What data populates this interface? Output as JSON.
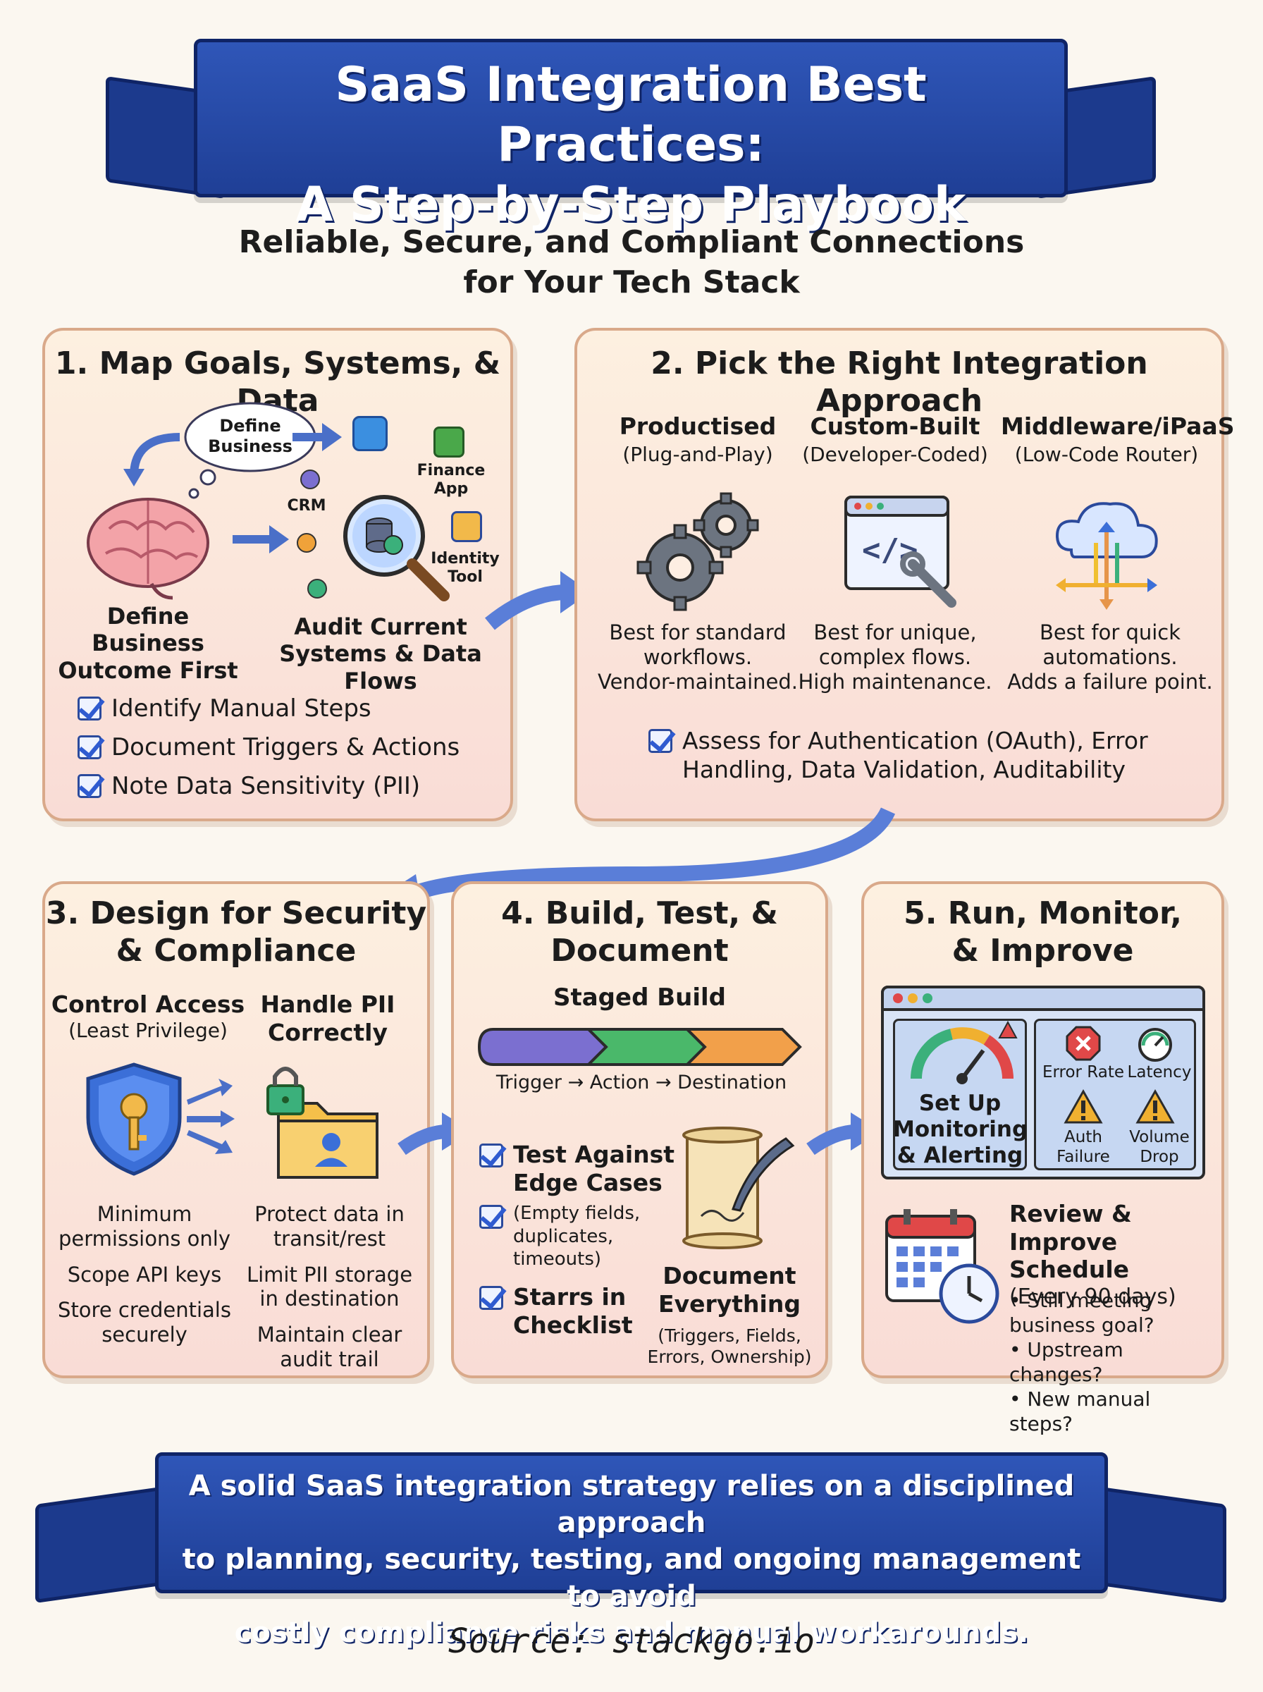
{
  "title": {
    "line1": "SaaS Integration Best Practices:",
    "line2": "A Step-by-Step Playbook"
  },
  "subtitle": {
    "line1": "Reliable, Secure, and Compliant Connections",
    "line2": "for Your Tech Stack"
  },
  "step1": {
    "title": "1. Map Goals, Systems, & Data",
    "bubble": "Define Business",
    "crm": "CRM",
    "finance": "Finance App",
    "identity": "Identity Tool",
    "outcome": "Define Business Outcome First",
    "audit": "Audit Current Systems & Data Flows",
    "checks": [
      "Identify Manual Steps",
      "Document Triggers & Actions",
      "Note Data Sensitivity (PII)"
    ]
  },
  "step2": {
    "title": "2. Pick the Right Integration Approach",
    "options": [
      {
        "name": "Productised",
        "sub": "(Plug-and-Play)",
        "desc1": "Best for standard",
        "desc2": "workflows.",
        "desc3": "Vendor-maintained."
      },
      {
        "name": "Custom-Built",
        "sub": "(Developer-Coded)",
        "desc1": "Best for unique,",
        "desc2": "complex flows.",
        "desc3": "High maintenance."
      },
      {
        "name": "Middleware/iPaaS",
        "sub": "(Low-Code Router)",
        "desc1": "Best for quick",
        "desc2": "automations.",
        "desc3": "Adds a failure point."
      }
    ],
    "assess1": "Assess for Authentication (OAuth), Error",
    "assess2": "Handling, Data Validation, Auditability"
  },
  "step3": {
    "title1": "3. Design for Security",
    "title2": "& Compliance",
    "col1_head1": "Control Access",
    "col1_head2": "(Least Privilege)",
    "col2_head1": "Handle PII",
    "col2_head2": "Correctly",
    "col1_items": [
      "Minimum permissions only",
      "Scope API keys",
      "Store credentials securely"
    ],
    "col2_items": [
      "Protect data in transit/rest",
      "Limit PII storage in destination",
      "Maintain clear audit trail"
    ]
  },
  "step4": {
    "title1": "4. Build, Test, &",
    "title2": "Document",
    "staged": "Staged Build",
    "flow": "Trigger → Action → Destination",
    "test1": "Test Against",
    "test2": "Edge Cases",
    "test_detail": "(Empty fields, duplicates, timeouts)",
    "stars1": "Starrs in",
    "stars2": "Checklist",
    "doc1": "Document",
    "doc2": "Everything",
    "doc_detail": "(Triggers, Fields, Errors, Ownership)"
  },
  "step5": {
    "title1": "5. Run, Monitor,",
    "title2": "& Improve",
    "monitor": "Set Up Monitoring & Alerting",
    "error_rate": "Error Rate",
    "latency": "Latency",
    "auth_failure": "Auth Failure",
    "volume_drop": "Volume Drop",
    "review1": "Review & Improve",
    "review2": "Schedule",
    "review3": "(Every 90 days)",
    "bullets": [
      "• Still meeting business goal?",
      "• Upstream changes?",
      "• New manual steps?"
    ]
  },
  "footer": {
    "line1": "A solid SaaS integration strategy relies on a disciplined approach",
    "line2": "to planning, security, testing, and ongoing management to avoid",
    "line3": "costly compliance risks and manual workarounds."
  },
  "source": "Source: stackgo.io",
  "colors": {
    "ribbon": "#2a4fb0",
    "panel": "#fdeee2",
    "accent": "#2f5bd0"
  }
}
